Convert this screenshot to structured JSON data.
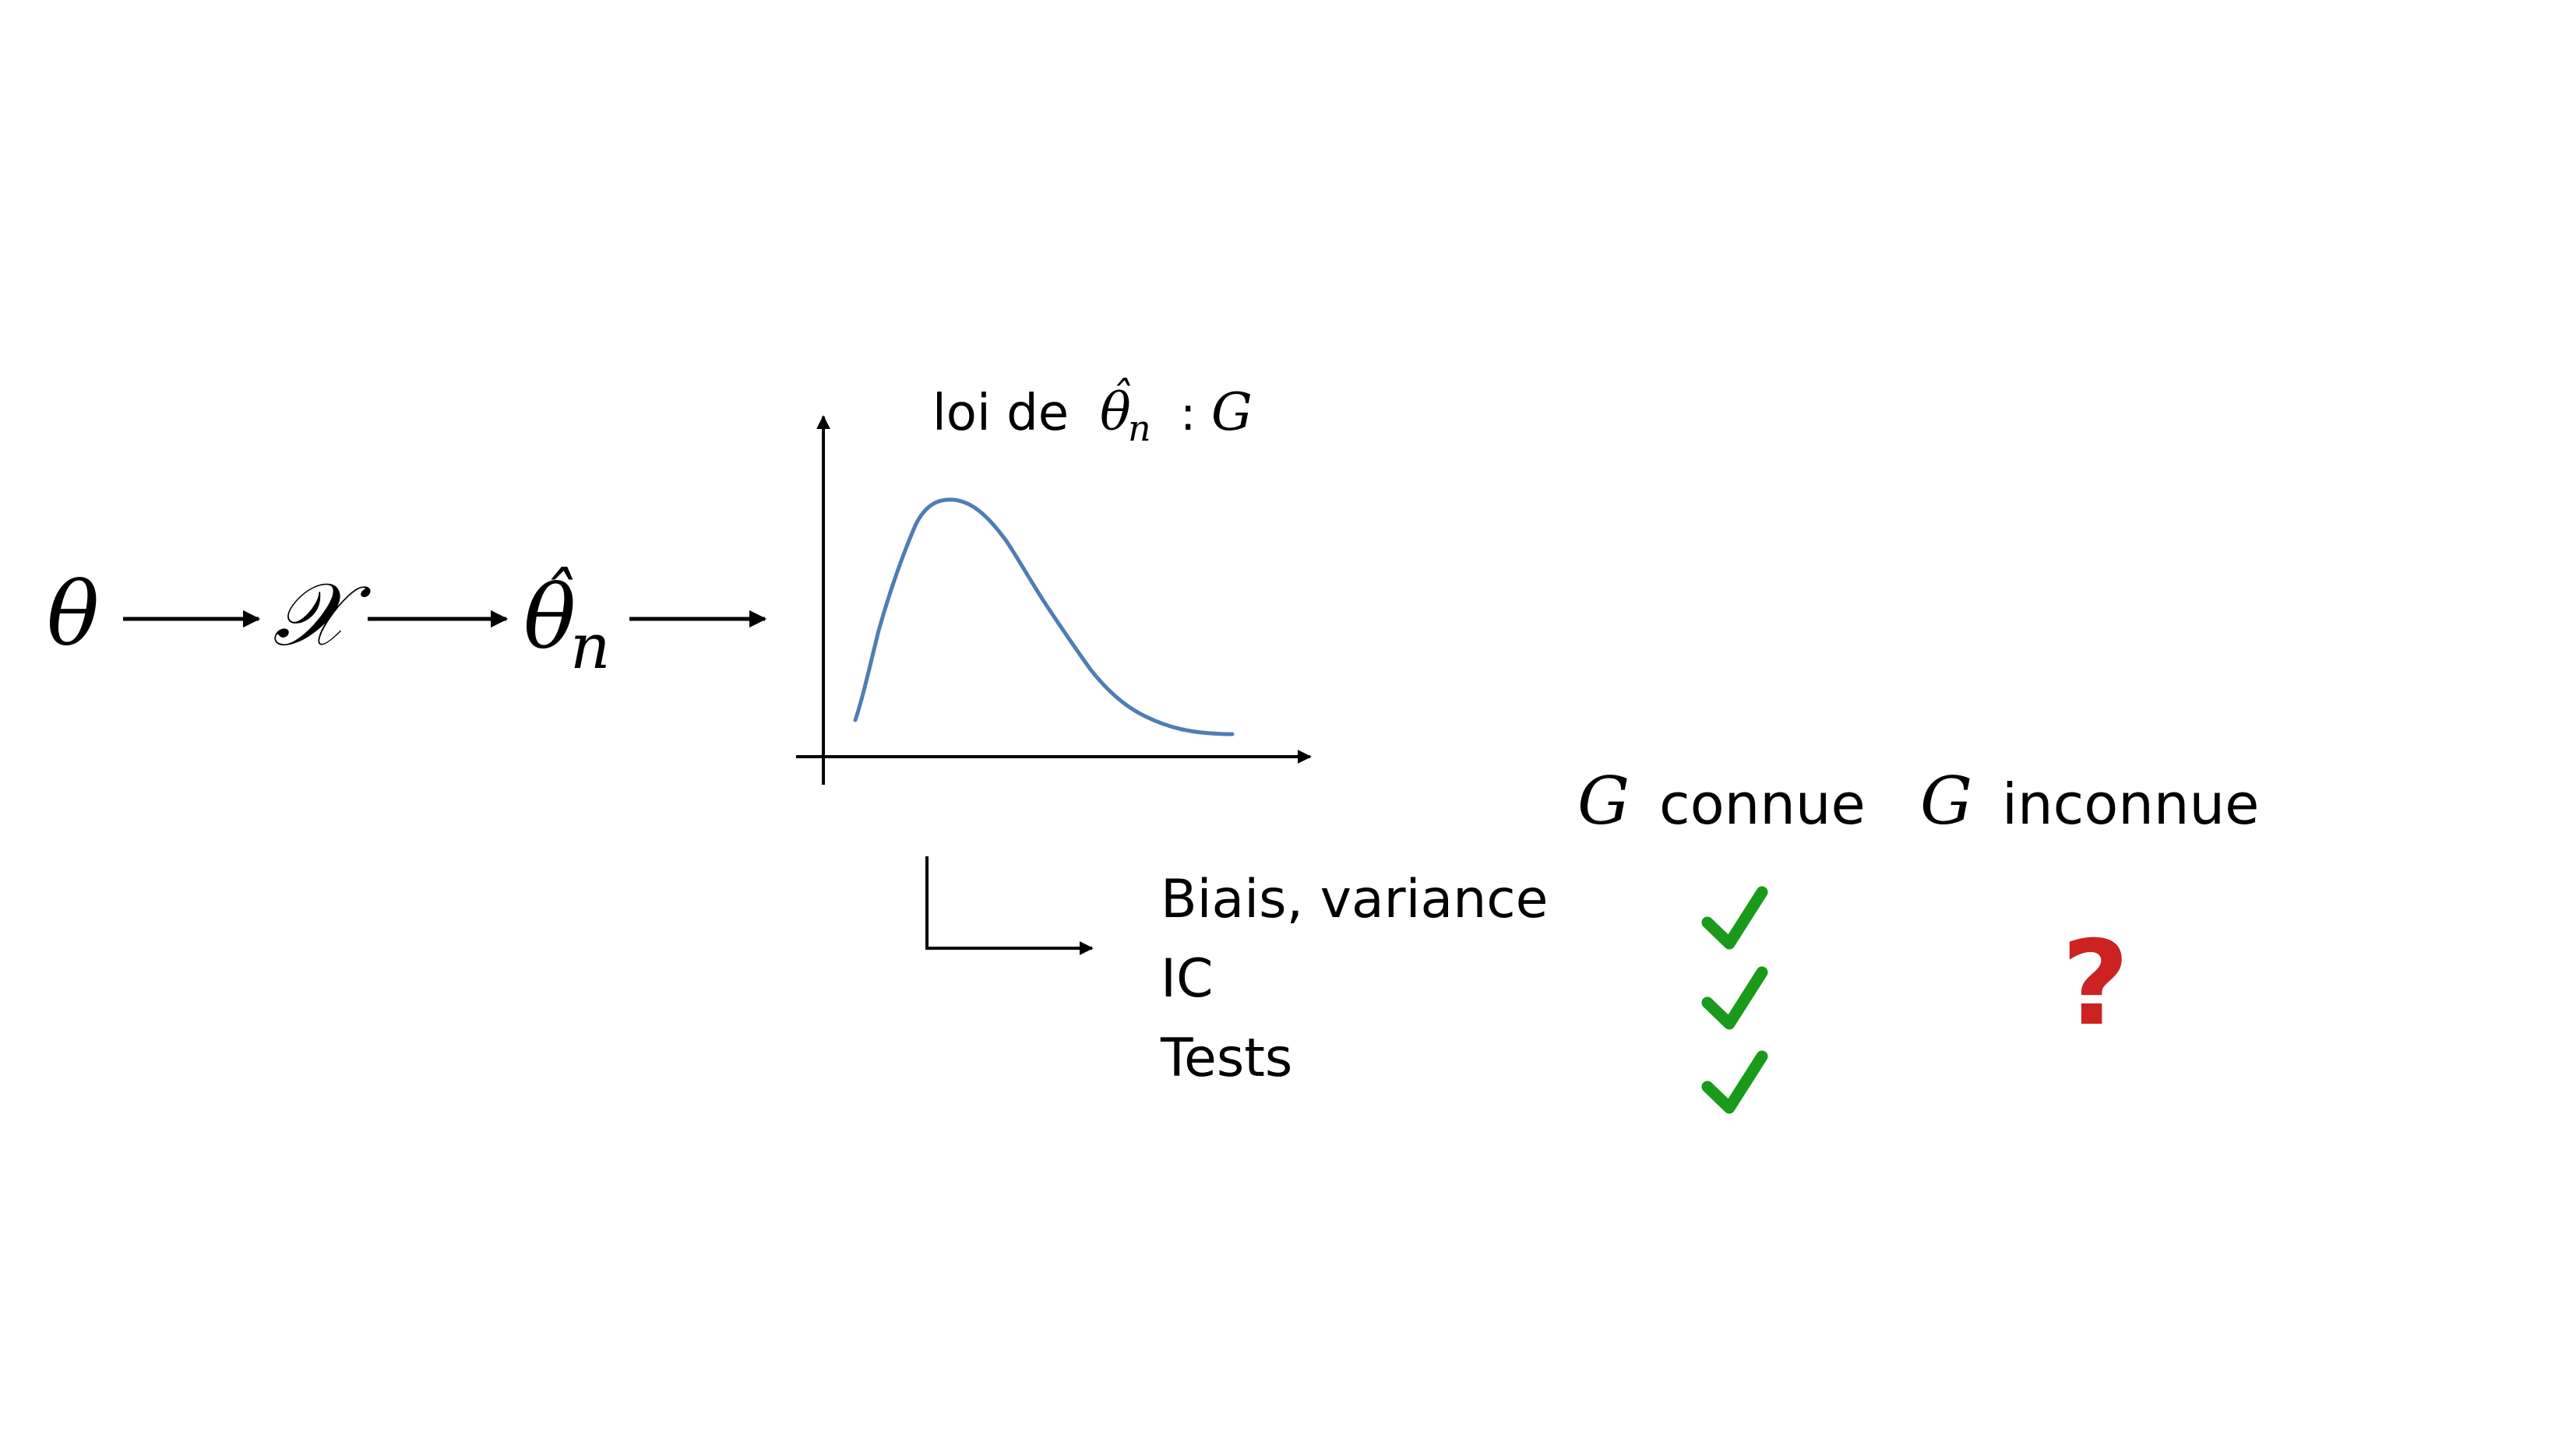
{
  "pipeline": {
    "theta": "θ",
    "sample": "𝒳",
    "estimator_base": "θ",
    "estimator_hat": "ˆ",
    "estimator_sub": "n"
  },
  "distribution": {
    "label_prefix": "loi de",
    "label_theta": "θ",
    "label_hat": "ˆ",
    "label_sub": "n",
    "label_colon": ":",
    "label_G": "G",
    "curve_color": "#4f7db3"
  },
  "uses": {
    "items": [
      "Biais, variance",
      "IC",
      "Tests"
    ]
  },
  "table": {
    "headers": [
      {
        "symbol": "G",
        "text": "connue"
      },
      {
        "symbol": "G",
        "text": "inconnue"
      }
    ],
    "unknown_mark": "?",
    "check_color": "#1a9a1a",
    "question_color": "#cc2222"
  }
}
